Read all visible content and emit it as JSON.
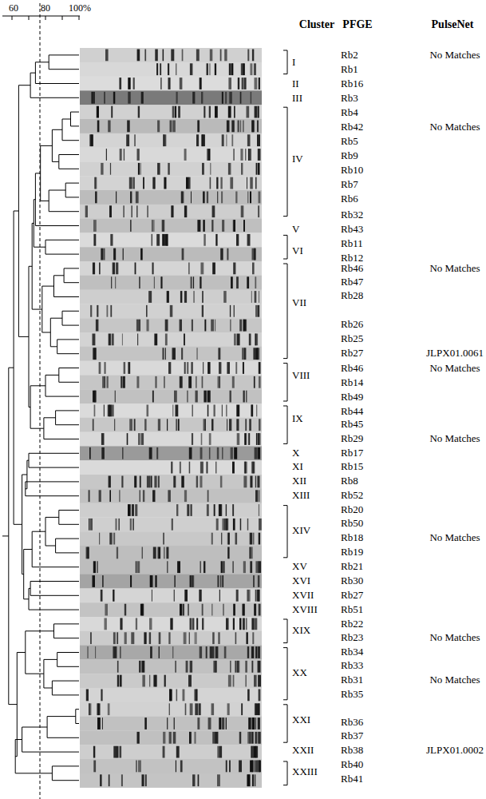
{
  "diagram": {
    "labels": [
      "60",
      "80",
      "100%",
      "Cluster",
      "PFGE",
      "PulseNet",
      "Rb2",
      "No Matches",
      "I",
      "Rb1",
      "II",
      "Rb16",
      "III",
      "Rb3",
      "Rb4",
      "Rb42",
      "No Matches",
      "Rb5",
      "Rb9",
      "IV",
      "Rb10",
      "Rb7",
      "Rb6",
      "Rb32",
      "V",
      "Rb43",
      "Rb11",
      "VI",
      "Rb12",
      "Rb46",
      "No Matches",
      "Rb47",
      "Rb28",
      "VII",
      "Rb26",
      "Rb25",
      "Rb27",
      "JLPX01.0061",
      "Rb46",
      "No Matches",
      "VIII",
      "Rb14",
      "Rb49",
      "Rb44",
      "IX",
      "Rb45",
      "Rb29",
      "No Matches",
      "X",
      "Rb17",
      "XI",
      "Rb15",
      "XII",
      "Rb8",
      "XIII",
      "Rb52",
      "Rb20",
      "Rb50",
      "XIV",
      "Rb18",
      "No Matches",
      "Rb19",
      "XV",
      "Rb21",
      "XVI",
      "Rb30",
      "XVII",
      "Rb27",
      "XVIII",
      "Rb51",
      "Rb22",
      "XIX",
      "Rb23",
      "No Matches",
      "Rb34",
      "Rb33",
      "XX",
      "Rb31",
      "No Matches",
      "Rb35",
      "XXI",
      "Rb36",
      "Rb37",
      "XXII",
      "Rb38",
      "JLPX01.0002",
      "Rb40",
      "XXIII",
      "Rb41"
    ]
  }
}
